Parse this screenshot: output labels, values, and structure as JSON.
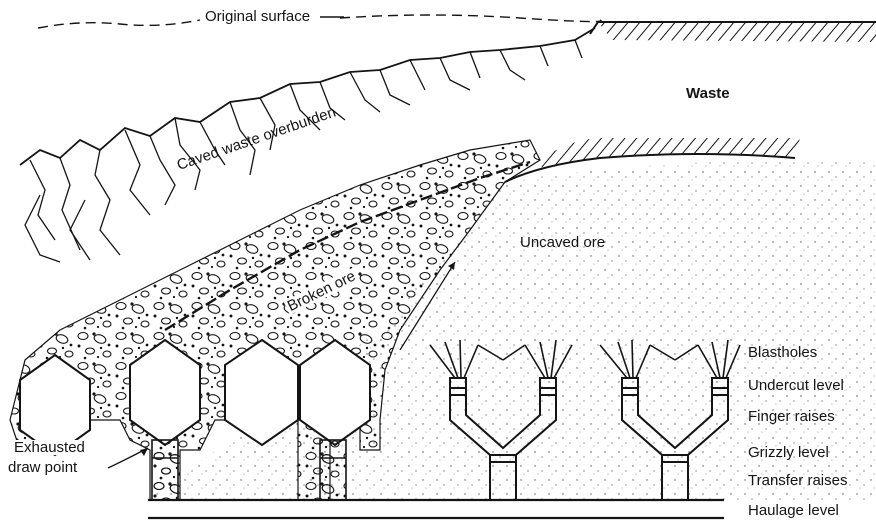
{
  "figure": {
    "labels": {
      "original_surface": "Original surface",
      "waste": "Waste",
      "caved_waste_overburden": "Caved waste overburden",
      "uncaved_ore": "Uncaved ore",
      "broken_ore": "Broken ore",
      "exhausted_draw_point_line1": "Exhausted",
      "exhausted_draw_point_line2": "draw point"
    },
    "levels": [
      "Blastholes",
      "Undercut level",
      "Finger raises",
      "Grizzly level",
      "Transfer raises",
      "Haulage level"
    ]
  },
  "colors": {
    "ink": "#141414",
    "paper": "#ffffff"
  }
}
